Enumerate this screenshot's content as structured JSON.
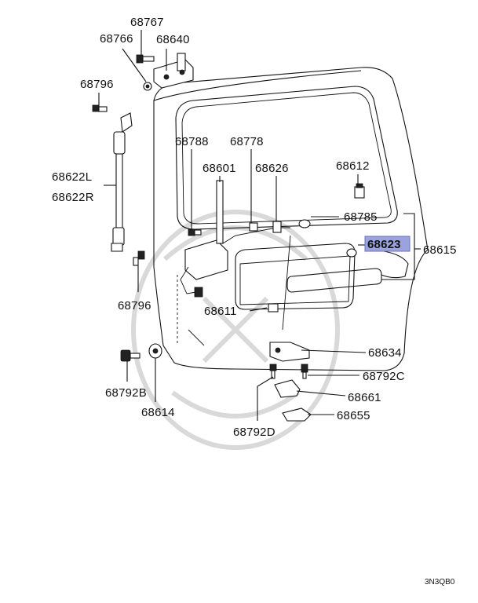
{
  "diagram": {
    "diagram_code": "3N3QB0",
    "highlight_color": "#9aa3dd",
    "labels": {
      "p68767": "68767",
      "p68766": "68766",
      "p68640": "68640",
      "p68796_top": "68796",
      "p68622L": "68622L",
      "p68622R": "68622R",
      "p68796_bottom": "68796",
      "p68788": "68788",
      "p68778": "68778",
      "p68601": "68601",
      "p68626": "68626",
      "p68612": "68612",
      "p68785": "68785",
      "p68623": "68623",
      "p68615": "68615",
      "p68611": "68611",
      "p68634": "68634",
      "p68792C": "68792C",
      "p68792B": "68792B",
      "p68614": "68614",
      "p68661": "68661",
      "p68655": "68655",
      "p68792D": "68792D"
    }
  }
}
